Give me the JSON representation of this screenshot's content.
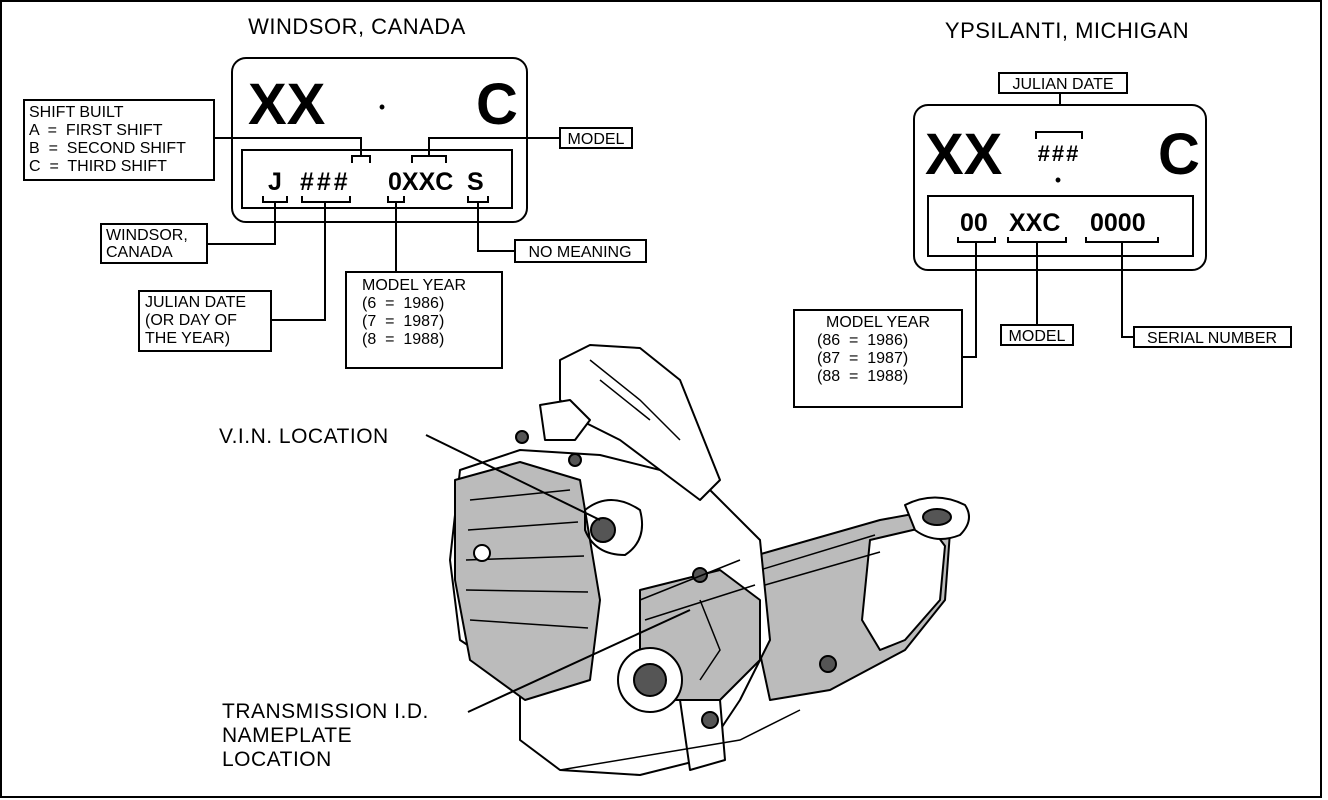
{
  "windsor": {
    "title": "WINDSOR, CANADA",
    "plate_top_left": "XX",
    "plate_top_dot": "•",
    "plate_top_right": "C",
    "code_j": "J",
    "code_julian": "###",
    "code_model": "0XXC",
    "code_s": "S",
    "shift_built": [
      "SHIFT BUILT",
      "A  =  FIRST SHIFT",
      "B  =  SECOND SHIFT",
      "C  =  THIRD SHIFT"
    ],
    "model_label": "MODEL",
    "windsor_label": [
      "WINDSOR,",
      "CANADA"
    ],
    "no_meaning_label": "NO MEANING",
    "julian_date_label": [
      "JULIAN DATE",
      "(OR DAY OF",
      "THE YEAR)"
    ],
    "model_year_label": [
      "MODEL YEAR",
      "(6  =  1986)",
      "(7  =  1987)",
      "(8  =  1988)"
    ]
  },
  "ypsilanti": {
    "title": "YPSILANTI, MICHIGAN",
    "plate_top_left": "XX",
    "plate_top_hash": "###",
    "plate_top_dot": "•",
    "plate_top_right": "C",
    "code_year": "00",
    "code_model": "XXC",
    "code_serial": "0000",
    "julian_date_label": "JULIAN DATE",
    "model_label": "MODEL",
    "serial_number_label": "SERIAL NUMBER",
    "model_year_label": [
      "MODEL YEAR",
      "(86  =  1986)",
      "(87  =  1987)",
      "(88  =  1988)"
    ]
  },
  "vin_location": "V.I.N. LOCATION",
  "transmission_label": [
    "TRANSMISSION I.D.",
    "NAMEPLATE",
    "LOCATION"
  ]
}
